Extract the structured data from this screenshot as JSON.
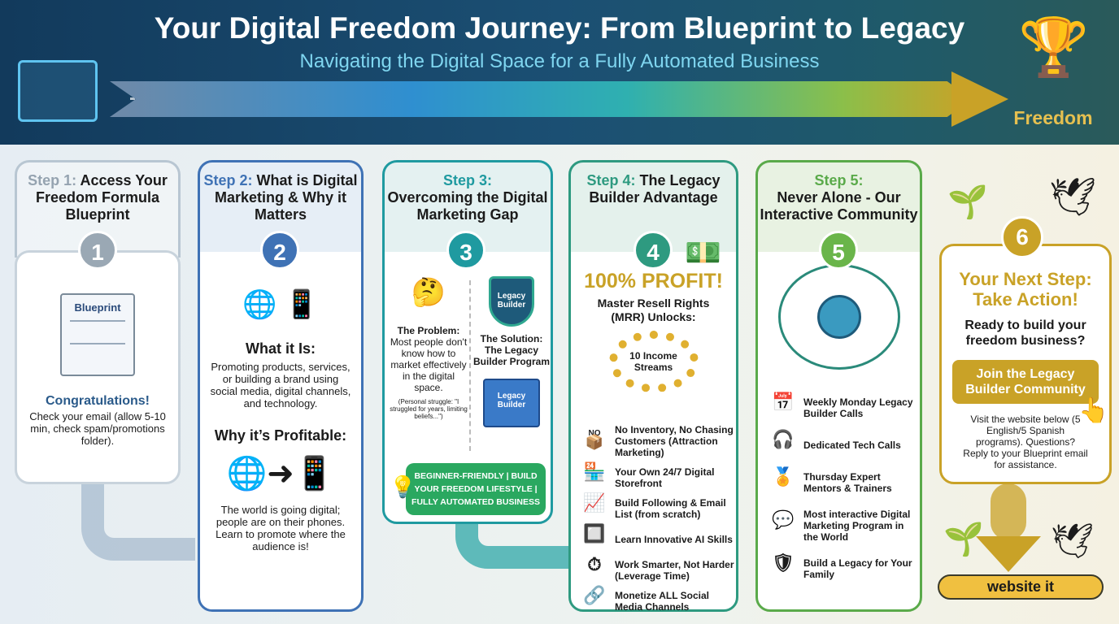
{
  "header": {
    "title": "Your Digital Freedom Journey: From Blueprint to Legacy",
    "subtitle": "Navigating the Digital Space for a Fully Automated Business",
    "freedom_label": "Freedom"
  },
  "colors": {
    "step1": "#8fa0b0",
    "step2": "#3f72b5",
    "step3": "#1f9aa0",
    "step4": "#2e9a80",
    "step5": "#5aaa4a",
    "step6": "#c9a227"
  },
  "step1": {
    "label": "Step 1:",
    "title": "Access Your Freedom Formula Blueprint",
    "number": "1",
    "doc_label": "Blueprint",
    "heading": "Congratulations!",
    "text": "Check your email (allow 5-10 min, check spam/promotions folder)."
  },
  "step2": {
    "label": "Step 2:",
    "title": "What is Digital Marketing & Why it Matters",
    "number": "2",
    "what_heading": "What it Is:",
    "what_text": "Promoting products, services, or building a brand using social media, digital channels, and technology.",
    "why_heading": "Why it’s Profitable:",
    "why_text": "The world is going digital; people are on their phones. Learn to promote where the audience is!"
  },
  "step3": {
    "label": "Step 3:",
    "title": "Overcoming the Digital Marketing Gap",
    "number": "3",
    "problem_heading": "The Problem:",
    "problem_text": "Most people don't know how to market effectively in the digital space.",
    "struggle": "(Personal struggle: \"I struggled for years, limiting beliefs...\")",
    "solution_heading": "The Solution: The Legacy Builder Program",
    "shield_label": "Legacy Builder",
    "scroll_label": "Legacy Builder",
    "banner": "BEGINNER-FRIENDLY | BUILD YOUR FREEDOM LIFESTYLE | FULLY AUTOMATED BUSINESS"
  },
  "step4": {
    "label": "Step 4:",
    "title": "The Legacy Builder Advantage",
    "number": "4",
    "profit": "100% PROFIT!",
    "mrr": "Master Resell Rights (MRR) Unlocks:",
    "streams": "10 Income Streams",
    "no_label": "NO",
    "items": [
      {
        "icon": "box-icon",
        "text": "No Inventory, No Chasing Customers (Attraction Marketing)"
      },
      {
        "icon": "storefront-icon",
        "text": "Your Own 24/7 Digital Storefront"
      },
      {
        "icon": "growth-chart-icon",
        "text": "Build Following & Email List (from scratch)"
      },
      {
        "icon": "ai-chip-icon",
        "text": "Learn Innovative AI Skills"
      },
      {
        "icon": "stopwatch-icon",
        "text": "Work Smarter, Not Harder (Leverage Time)"
      },
      {
        "icon": "social-network-icon",
        "text": "Monetize ALL Social Media Channels"
      }
    ]
  },
  "step5": {
    "label": "Step 5:",
    "title": "Never Alone - Our Interactive Community",
    "number": "5",
    "items": [
      {
        "icon": "calendar-icon",
        "text": "Weekly Monday Legacy Builder Calls"
      },
      {
        "icon": "headset-icon",
        "text": "Dedicated Tech Calls"
      },
      {
        "icon": "mentor-icon",
        "text": "Thursday Expert Mentors & Trainers"
      },
      {
        "icon": "chat-icon",
        "text": "Most interactive Digital Marketing Program in the World"
      },
      {
        "icon": "family-shield-icon",
        "text": "Build a Legacy for Your Family"
      }
    ]
  },
  "step6": {
    "number": "6",
    "title": "Your Next Step: Take Action!",
    "question": "Ready to build your freedom business?",
    "cta": "Join the Legacy Builder Community",
    "text": "Visit the website below (5 English/5 Spanish programs). Questions? Reply to your Blueprint email for assistance.",
    "website": "website it"
  }
}
